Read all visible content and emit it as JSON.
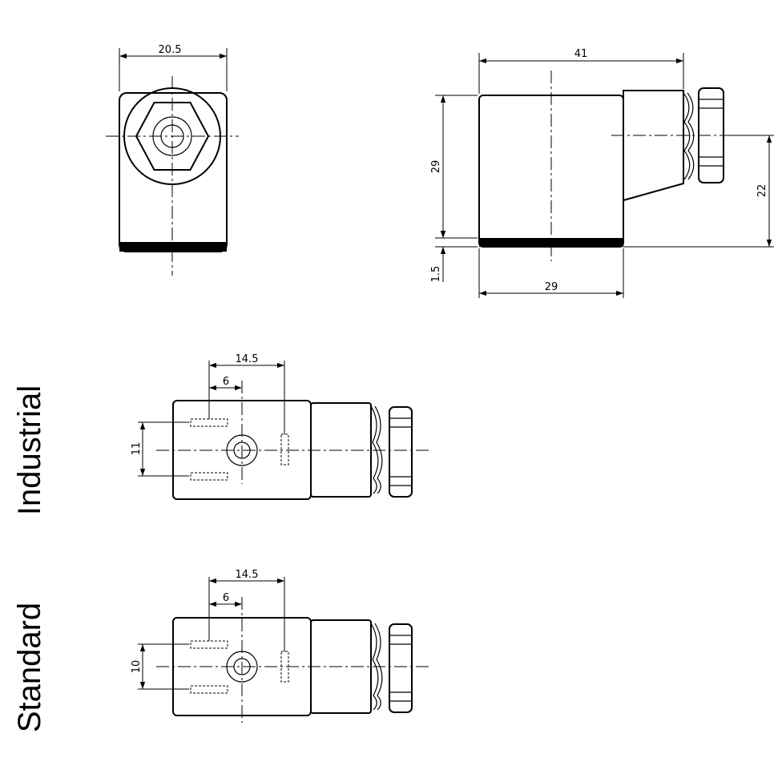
{
  "front_view": {
    "width_dim": "20.5"
  },
  "side_view": {
    "length_dim": "41",
    "height_dim": "29",
    "center_dim": "22",
    "base_dim": "1.5",
    "body_dim": "29"
  },
  "industrial": {
    "label": "Industrial",
    "offset_dim": "14.5",
    "pin_dim": "6",
    "spacing_dim": "11"
  },
  "standard": {
    "label": "Standard",
    "offset_dim": "14.5",
    "pin_dim": "6",
    "spacing_dim": "10"
  }
}
